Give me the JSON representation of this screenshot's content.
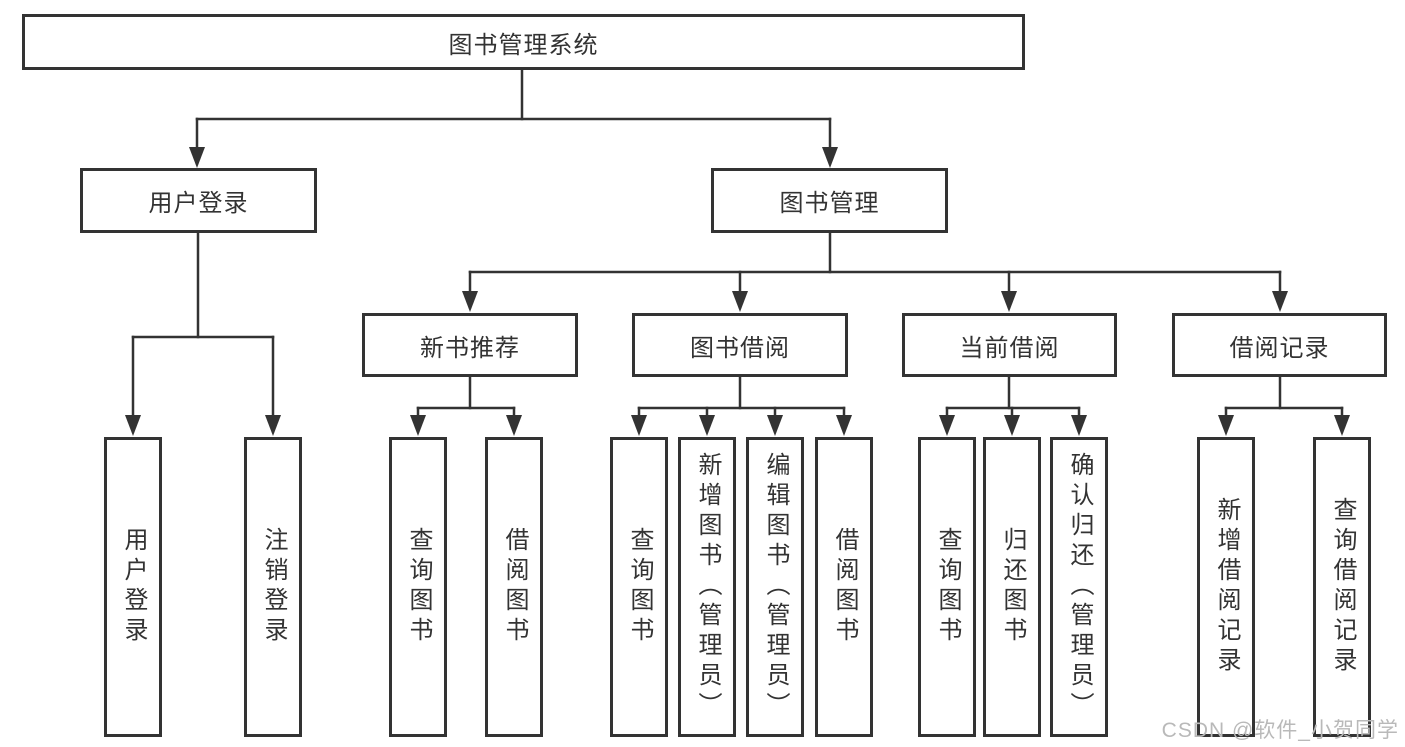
{
  "colors": {
    "line": "#333333",
    "text": "#333333",
    "box_border": "#333333",
    "box_fill": "#ffffff",
    "background": "#ffffff",
    "watermark": "#b9b9b9"
  },
  "watermark": "CSDN @软件_小贺同学",
  "tree": {
    "root": {
      "label": "图书管理系统"
    },
    "branches": [
      {
        "label": "用户登录",
        "children": [
          {
            "label": "用户登录"
          },
          {
            "label": "注销登录"
          }
        ]
      },
      {
        "label": "图书管理",
        "children": [
          {
            "label": "新书推荐",
            "children": [
              {
                "label": "查询图书"
              },
              {
                "label": "借阅图书"
              }
            ]
          },
          {
            "label": "图书借阅",
            "children": [
              {
                "label": "查询图书"
              },
              {
                "label": "新增图书（管理员）"
              },
              {
                "label": "编辑图书（管理员）"
              },
              {
                "label": "借阅图书"
              }
            ]
          },
          {
            "label": "当前借阅",
            "children": [
              {
                "label": "查询图书"
              },
              {
                "label": "归还图书"
              },
              {
                "label": "确认归还（管理员）"
              }
            ]
          },
          {
            "label": "借阅记录",
            "children": [
              {
                "label": "新增借阅记录"
              },
              {
                "label": "查询借阅记录"
              }
            ]
          }
        ]
      }
    ]
  }
}
